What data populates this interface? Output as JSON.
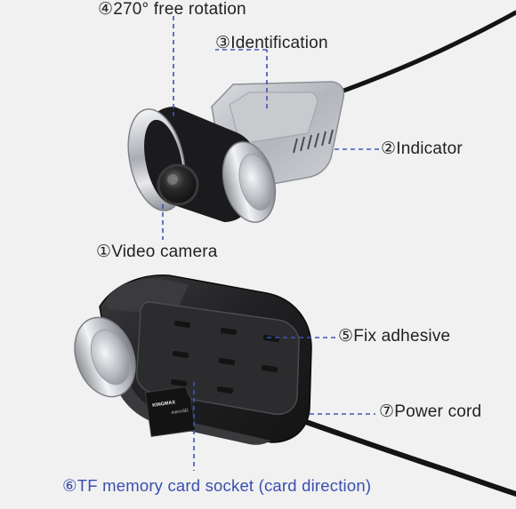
{
  "labels": {
    "rotation": "④270° free rotation",
    "identification": "③Identification",
    "indicator": "②Indicator",
    "camera": "①Video camera",
    "adhesive": "⑤Fix adhesive",
    "power": "⑦Power cord",
    "tf_socket": "⑥TF memory card socket (card direction)"
  },
  "card": {
    "brand": "KINGMAX",
    "type": "microSD"
  },
  "colors": {
    "background": "#f1f1f1",
    "leader_line": "#3d55b5",
    "tf_label": "#3a4fb0",
    "body_dark": "#1c1c1e",
    "chrome": "#b9bcc2"
  }
}
